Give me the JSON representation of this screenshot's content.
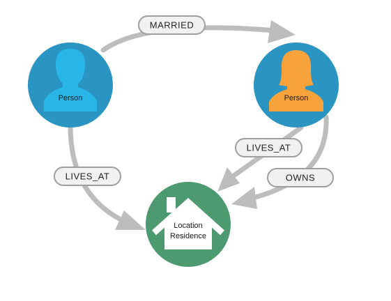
{
  "nodes": {
    "person_left": {
      "label": "Person",
      "circle_color": "#2a94c2",
      "figure_color": "#29b6e6"
    },
    "person_right": {
      "label": "Person",
      "circle_color": "#2a94c2",
      "figure_color": "#f8a23c"
    },
    "location": {
      "label_line1": "Location",
      "label_line2": "Residence",
      "circle_color": "#4d9970"
    }
  },
  "edges": {
    "married": {
      "label": "MARRIED"
    },
    "lives_at_left": {
      "label": "LIVES_AT"
    },
    "lives_at_right": {
      "label": "LIVES_AT"
    },
    "owns": {
      "label": "OWNS"
    }
  },
  "colors": {
    "edge": "#bdbdbd",
    "pill_fill": "#f1f1f1",
    "pill_stroke": "#9e9e9e"
  }
}
